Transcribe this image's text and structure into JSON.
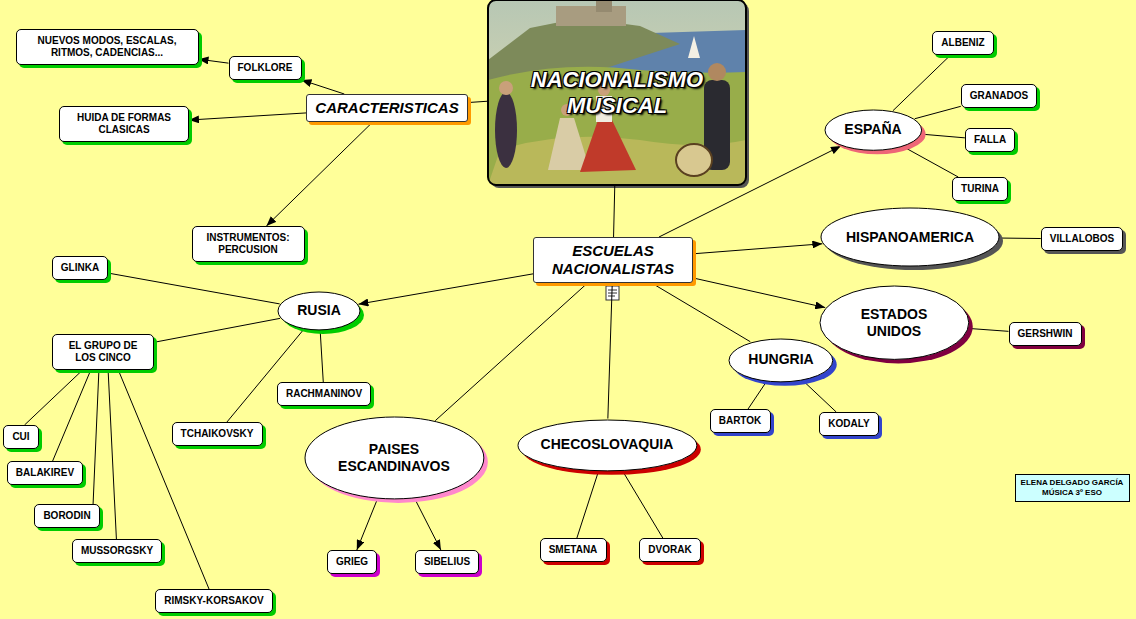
{
  "diagram": {
    "nodes": [
      {
        "text": [
          "NACIONALISMO MUSICAL"
        ]
      },
      {
        "text": [
          "CARACTERISTICAS"
        ]
      },
      {
        "text": [
          "FOLKLORE"
        ]
      },
      {
        "text": [
          "NUEVOS MODOS, ESCALAS, RITMOS, CADENCIAS..."
        ]
      },
      {
        "text": [
          "HUIDA DE FORMAS CLASICAS"
        ]
      },
      {
        "text": [
          "INSTRUMENTOS: PERCUSION"
        ]
      },
      {
        "text": [
          "ESCUELAS NACIONALISTAS"
        ]
      },
      {
        "text": [
          "ESPAÑA"
        ]
      },
      {
        "text": [
          "ALBENIZ"
        ]
      },
      {
        "text": [
          "GRANADOS"
        ]
      },
      {
        "text": [
          "FALLA"
        ]
      },
      {
        "text": [
          "TURINA"
        ]
      },
      {
        "text": [
          "HISPANOAMERICA"
        ]
      },
      {
        "text": [
          "VILLALOBOS"
        ]
      },
      {
        "text": [
          "ESTADOS UNIDOS"
        ]
      },
      {
        "text": [
          "GERSHWIN"
        ]
      },
      {
        "text": [
          "HUNGRIA"
        ]
      },
      {
        "text": [
          "BARTOK"
        ]
      },
      {
        "text": [
          "KODALY"
        ]
      },
      {
        "text": [
          "CHECOSLOVAQUIA"
        ]
      },
      {
        "text": [
          "SMETANA"
        ]
      },
      {
        "text": [
          "DVORAK"
        ]
      },
      {
        "text": [
          "PAISES ESCANDINAVOS"
        ]
      },
      {
        "text": [
          "GRIEG"
        ]
      },
      {
        "text": [
          "SIBELIUS"
        ]
      },
      {
        "text": [
          "RUSIA"
        ]
      },
      {
        "text": [
          "GLINKA"
        ]
      },
      {
        "text": [
          "EL GRUPO DE LOS CINCO"
        ]
      },
      {
        "text": [
          "RACHMANINOV"
        ]
      },
      {
        "text": [
          "TCHAIKOVSKY"
        ]
      },
      {
        "text": [
          "CUI"
        ]
      },
      {
        "text": [
          "BALAKIREV"
        ]
      },
      {
        "text": [
          "BORODIN"
        ]
      },
      {
        "text": [
          "MUSSORGSKY"
        ]
      },
      {
        "text": [
          "RIMSKY-KORSAKOV"
        ]
      },
      {
        "text": [
          "ELENA DELGADO GARCÍA",
          "MÚSICA 3º ESO"
        ]
      }
    ],
    "edges": [
      {
        "from": 0,
        "to": 1,
        "arrow": "none"
      },
      {
        "from": 1,
        "to": 2,
        "arrow": "to"
      },
      {
        "from": 2,
        "to": 3,
        "arrow": "to"
      },
      {
        "from": 1,
        "to": 4,
        "arrow": "to"
      },
      {
        "from": 1,
        "to": 5,
        "arrow": "to"
      },
      {
        "from": 0,
        "to": 6,
        "arrow": "none"
      },
      {
        "from": 6,
        "to": 7,
        "arrow": "to"
      },
      {
        "from": 7,
        "to": 8,
        "arrow": "none"
      },
      {
        "from": 7,
        "to": 9,
        "arrow": "none"
      },
      {
        "from": 7,
        "to": 10,
        "arrow": "none"
      },
      {
        "from": 7,
        "to": 11,
        "arrow": "none"
      },
      {
        "from": 6,
        "to": 12,
        "arrow": "to"
      },
      {
        "from": 12,
        "to": 13,
        "arrow": "none"
      },
      {
        "from": 6,
        "to": 14,
        "arrow": "to"
      },
      {
        "from": 14,
        "to": 15,
        "arrow": "none"
      },
      {
        "from": 6,
        "to": 16,
        "arrow": "none"
      },
      {
        "from": 16,
        "to": 17,
        "arrow": "none"
      },
      {
        "from": 16,
        "to": 18,
        "arrow": "none"
      },
      {
        "from": 6,
        "to": 19,
        "arrow": "none"
      },
      {
        "from": 19,
        "to": 20,
        "arrow": "none"
      },
      {
        "from": 19,
        "to": 21,
        "arrow": "none"
      },
      {
        "from": 6,
        "to": 22,
        "arrow": "none"
      },
      {
        "from": 22,
        "to": 23,
        "arrow": "to"
      },
      {
        "from": 22,
        "to": 24,
        "arrow": "to"
      },
      {
        "from": 6,
        "to": 25,
        "arrow": "to"
      },
      {
        "from": 25,
        "to": 26,
        "arrow": "none"
      },
      {
        "from": 25,
        "to": 27,
        "arrow": "none"
      },
      {
        "from": 25,
        "to": 28,
        "arrow": "none"
      },
      {
        "from": 25,
        "to": 29,
        "arrow": "none"
      },
      {
        "from": 27,
        "to": 30,
        "arrow": "none"
      },
      {
        "from": 27,
        "to": 31,
        "arrow": "none"
      },
      {
        "from": 27,
        "to": 32,
        "arrow": "none"
      },
      {
        "from": 27,
        "to": 33,
        "arrow": "none"
      },
      {
        "from": 27,
        "to": 34,
        "arrow": "none"
      }
    ]
  }
}
